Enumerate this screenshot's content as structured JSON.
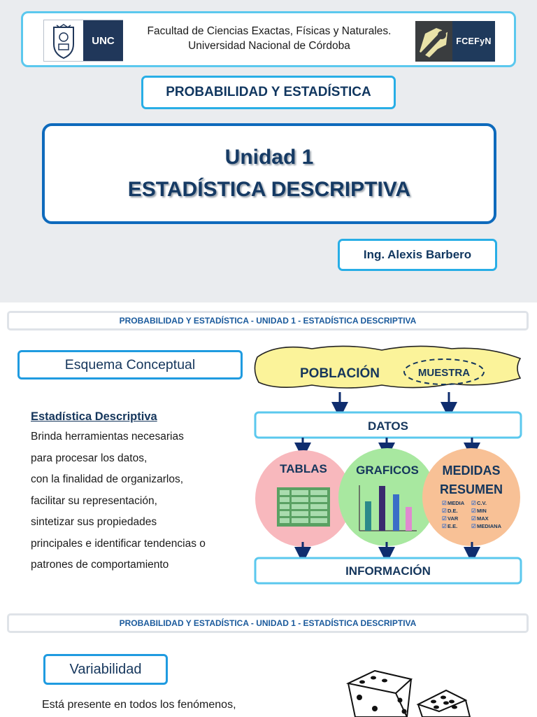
{
  "slide1": {
    "logo_unc_label": "UNC",
    "institution_line1": "Facultad de Ciencias Exactas, Físicas y Naturales.",
    "institution_line2": "Universidad Nacional de Córdoba",
    "logo_fce_label": "FCEFyN",
    "course_title": "PROBABILIDAD Y ESTADÍSTICA",
    "unit_number": "Unidad 1",
    "unit_title": "ESTADÍSTICA DESCRIPTIVA",
    "author": "Ing. Alexis Barbero"
  },
  "slide2": {
    "header": "PROBABILIDAD Y ESTADÍSTICA - UNIDAD 1 - ESTADÍSTICA DESCRIPTIVA",
    "section_title": "Esquema Conceptual",
    "subtitle": "Estadística Descriptiva",
    "description_lines": [
      "Brinda herramientas necesarias",
      "para procesar los datos,",
      "con la finalidad de organizarlos,",
      "facilitar su representación,",
      "sintetizar sus propiedades",
      "principales e identificar tendencias o",
      "patrones de comportamiento"
    ],
    "diagram": {
      "poblacion": "POBLACIÓN",
      "muestra": "MUESTRA",
      "datos": "DATOS",
      "tablas": "TABLAS",
      "graficos": "GRAFICOS",
      "medidas_line1": "MEDIDAS",
      "medidas_line2": "RESUMEN",
      "medidas_items_left": [
        "MEDIA",
        "D.E.",
        "VAR",
        "E.E."
      ],
      "medidas_items_right": [
        "C.V.",
        "MIN",
        "MAX",
        "MEDIANA"
      ],
      "informacion": "INFORMACIÓN"
    }
  },
  "slide3": {
    "header": "PROBABILIDAD Y ESTADÍSTICA - UNIDAD 1 - ESTADÍSTICA DESCRIPTIVA",
    "section_title": "Variabilidad",
    "text": "Está presente en todos los fenómenos,"
  },
  "colors": {
    "accent_blue": "#1f9be0",
    "dark_blue": "#15365c",
    "arrow_navy": "#0f2d6e",
    "poblacion_yellow": "#fbf39a",
    "tablas_pink": "#f8b8bd",
    "graficos_green": "#a8e8a0",
    "medidas_orange": "#f8c196"
  }
}
